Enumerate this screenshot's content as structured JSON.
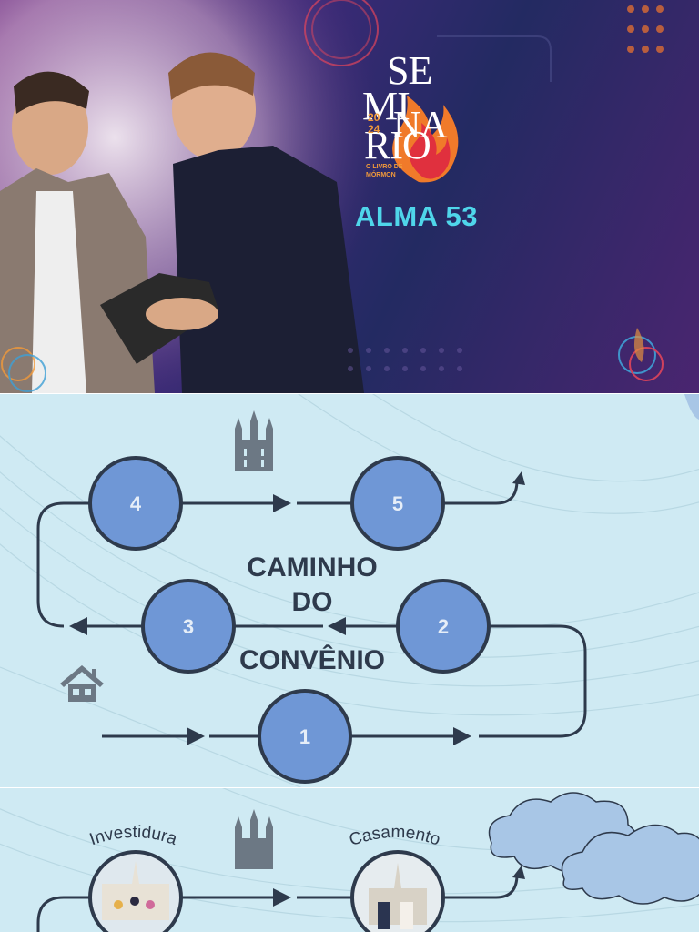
{
  "slide1": {
    "logo": {
      "lines": [
        "SE",
        "MI",
        "NA",
        "RIO"
      ],
      "year_top": "20",
      "year_bottom": "24",
      "subtitle_line1": "O LIVRO DE",
      "subtitle_line2": "MÓRMON"
    },
    "lesson_title": "ALMA 53",
    "colors": {
      "accent": "#4fd6ea",
      "orange": "#f29a3a",
      "bg_dark": "#232a62"
    }
  },
  "slide2": {
    "title_lines": [
      "CAMINHO",
      "DO",
      "CONVÊNIO"
    ],
    "nodes": [
      "1",
      "2",
      "3",
      "4",
      "5"
    ],
    "icons": [
      "temple-icon",
      "house-icon"
    ],
    "colors": {
      "node_fill": "#6f97d6",
      "stroke": "#2e3a4c"
    }
  },
  "slide3": {
    "labels": {
      "endowment": "Investidura",
      "marriage": "Casamento"
    },
    "icons": [
      "temple-icon",
      "cloud-icon"
    ]
  }
}
